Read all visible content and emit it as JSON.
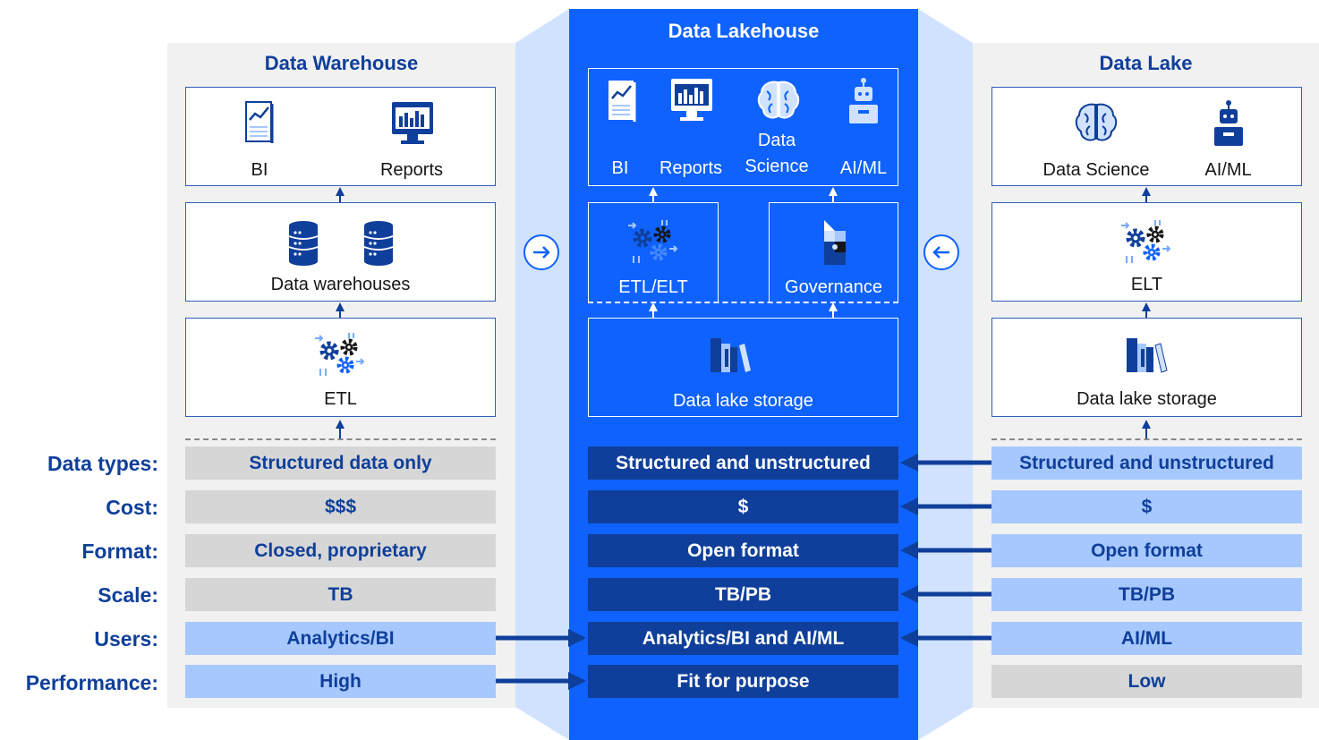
{
  "warehouse": {
    "title": "Data Warehouse",
    "consumers": {
      "bi": "BI",
      "reports": "Reports"
    },
    "storage": "Data warehouses",
    "process": "ETL"
  },
  "lakehouse": {
    "title": "Data Lakehouse",
    "consumers": {
      "bi": "BI",
      "reports": "Reports",
      "ds_line1": "Data",
      "ds_line2": "Science",
      "aiml": "AI/ML"
    },
    "etl": "ETL/ELT",
    "governance": "Governance",
    "storage": "Data lake storage"
  },
  "lake": {
    "title": "Data Lake",
    "consumers": {
      "ds": "Data Science",
      "aiml": "AI/ML"
    },
    "process": "ELT",
    "storage": "Data lake storage"
  },
  "rows": [
    {
      "label": "Data types:",
      "warehouse": "Structured data only",
      "lakehouse": "Structured and unstructured",
      "lake": "Structured and unstructured"
    },
    {
      "label": "Cost:",
      "warehouse": "$$$",
      "lakehouse": "$",
      "lake": "$"
    },
    {
      "label": "Format:",
      "warehouse": "Closed, proprietary",
      "lakehouse": "Open format",
      "lake": "Open format"
    },
    {
      "label": "Scale:",
      "warehouse": "TB",
      "lakehouse": "TB/PB",
      "lake": "TB/PB"
    },
    {
      "label": "Users:",
      "warehouse": "Analytics/BI",
      "lakehouse": "Analytics/BI and AI/ML",
      "lake": "AI/ML"
    },
    {
      "label": "Performance:",
      "warehouse": "High",
      "lakehouse": "Fit for purpose",
      "lake": "Low"
    }
  ],
  "colors": {
    "brand_blue": "#0f62fe",
    "dark_blue": "#0f3f9a",
    "light_blue": "#a6c8ff",
    "pale_blue": "#d0e2ff",
    "gray": "#d6d6d6"
  },
  "icons": {
    "bi": "bi-report-icon",
    "reports": "monitor-chart-icon",
    "data_science": "brain-icon",
    "aiml": "robot-icon",
    "database": "database-icon",
    "process": "gears-icon",
    "governance": "puzzle-icon",
    "storage": "books-icon",
    "merge_left": "arrow-right-circle-icon",
    "merge_right": "arrow-left-circle-icon"
  }
}
